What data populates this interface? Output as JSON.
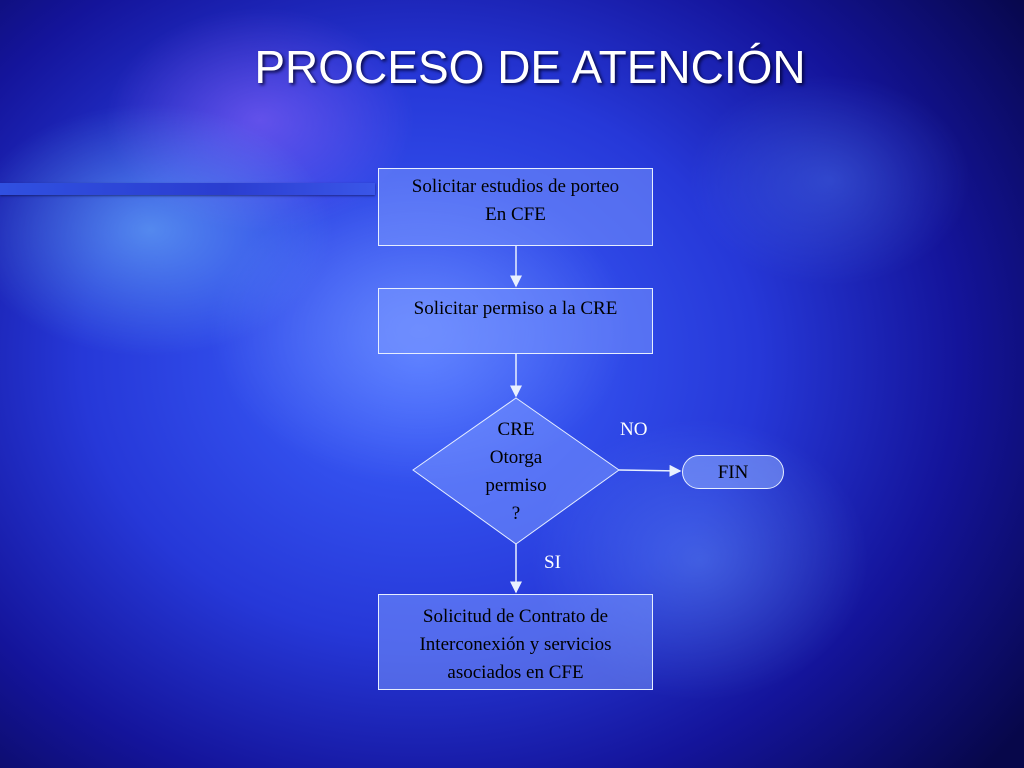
{
  "slide": {
    "title": "PROCESO DE ATENCIÓN"
  },
  "flowchart": {
    "step1": {
      "line1": "Solicitar estudios de porteo",
      "line2": "En CFE"
    },
    "step2": {
      "line1": "Solicitar permiso a la CRE"
    },
    "decision": {
      "line1": "CRE",
      "line2": "Otorga",
      "line3": "permiso",
      "line4": "?"
    },
    "branch_no": "NO",
    "branch_si": "SI",
    "end": "FIN",
    "step3": {
      "line1": "Solicitud de Contrato de",
      "line2": "Interconexión y servicios",
      "line3": "asociados en CFE"
    }
  },
  "colors": {
    "box_fill": "#7896ff",
    "box_border": "#e6eeff",
    "connector": "#e8f0ff",
    "background": "#2638d8"
  }
}
